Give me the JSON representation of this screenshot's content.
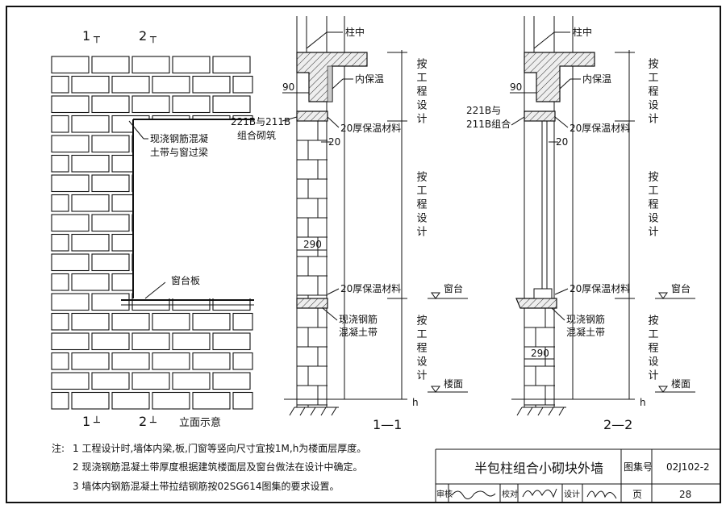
{
  "elevation": {
    "title": "立面示意",
    "section_top": [
      "1",
      "2"
    ],
    "section_bottom": [
      "1",
      "2"
    ],
    "label_lintel": [
      "现浇钢筋混凝",
      "土带与窗过梁"
    ],
    "label_sill": "窗台板"
  },
  "section1": {
    "title": "1—1",
    "column_center": "柱中",
    "inner_insulation": "内保温",
    "dim_90": "90",
    "block_label": [
      "221B与211B",
      "组合砌筑"
    ],
    "insulation_top": "20厚保温材料",
    "dim_20": "20",
    "dim_290": "290",
    "insulation_bottom": "20厚保温材料",
    "band_label": [
      "现浇钢筋",
      "混凝土带"
    ],
    "sill": "窗台",
    "floor": "楼面",
    "h": "h",
    "by_design": "按工程设计"
  },
  "section2": {
    "title": "2—2",
    "column_center": "柱中",
    "inner_insulation": "内保温",
    "dim_90": "90",
    "block_label": [
      "221B与",
      "211B组合"
    ],
    "insulation_top": "20厚保温材料",
    "dim_20": "20",
    "dim_290": "290",
    "insulation_bottom": "20厚保温材料",
    "band_label": [
      "现浇钢筋",
      "混凝土带"
    ],
    "sill": "窗台",
    "floor": "楼面",
    "h": "h",
    "by_design": "按工程设计"
  },
  "notes": {
    "prefix": "注:",
    "items": [
      "1  工程设计时,墙体内梁,板,门窗等竖向尺寸宜按1M,h为楼面层厚度。",
      "2  现浇钢筋混凝土带厚度根据建筑楼面层及窗台做法在设计中确定。",
      "3  墙体内钢筋混凝土带拉结钢筋按02SG614图集的要求设置。"
    ]
  },
  "title_block": {
    "title": "半包柱组合小砌块外墙",
    "atlas_label": "图集号",
    "atlas_no": "02J102-2",
    "review": "审核",
    "check": "校对",
    "design": "设计",
    "page_label": "页",
    "page_no": "28"
  }
}
